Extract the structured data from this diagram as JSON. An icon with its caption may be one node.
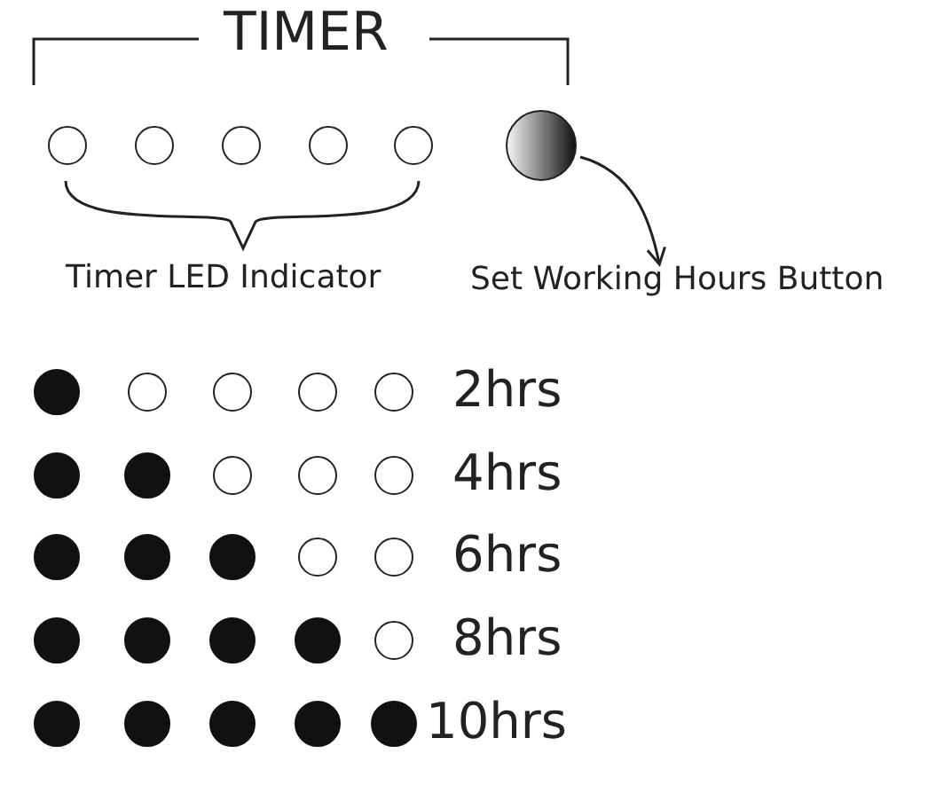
{
  "diagram": {
    "nodes": [
      {
        "text": [],
        "shape": "circle"
      },
      {
        "text": [],
        "shape": "circle"
      },
      {
        "text": [],
        "shape": "circle"
      },
      {
        "text": [],
        "shape": "circle"
      },
      {
        "text": [],
        "shape": "circle"
      },
      {
        "text": [],
        "shape": "button"
      },
      {
        "text": [
          "Set Working Hours Button"
        ]
      },
      {
        "text": [],
        "shape": "dot"
      },
      {
        "text": [],
        "shape": "circle"
      },
      {
        "text": [],
        "shape": "circle"
      },
      {
        "text": [],
        "shape": "circle"
      },
      {
        "text": [],
        "shape": "circle"
      },
      {
        "text": [],
        "shape": "dot"
      },
      {
        "text": [],
        "shape": "dot"
      },
      {
        "text": [],
        "shape": "circle"
      },
      {
        "text": [],
        "shape": "circle"
      },
      {
        "text": [],
        "shape": "circle"
      },
      {
        "text": [],
        "shape": "dot"
      },
      {
        "text": [],
        "shape": "dot"
      },
      {
        "text": [],
        "shape": "dot"
      },
      {
        "text": [],
        "shape": "circle"
      },
      {
        "text": [],
        "shape": "circle"
      },
      {
        "text": [],
        "shape": "dot"
      },
      {
        "text": [],
        "shape": "dot"
      },
      {
        "text": [],
        "shape": "dot"
      },
      {
        "text": [],
        "shape": "dot"
      },
      {
        "text": [],
        "shape": "circle"
      },
      {
        "text": [],
        "shape": "dot"
      },
      {
        "text": [],
        "shape": "dot"
      },
      {
        "text": [],
        "shape": "dot"
      },
      {
        "text": [],
        "shape": "dot"
      },
      {
        "text": [],
        "shape": "dot"
      }
    ],
    "edges": [
      {
        "from": 5,
        "to": 6,
        "arrow": "to"
      }
    ],
    "labels": [
      "TIMER",
      "Timer LED Indicator",
      "2hrs",
      "4hrs",
      "6hrs",
      "8hrs",
      "10hrs"
    ]
  }
}
